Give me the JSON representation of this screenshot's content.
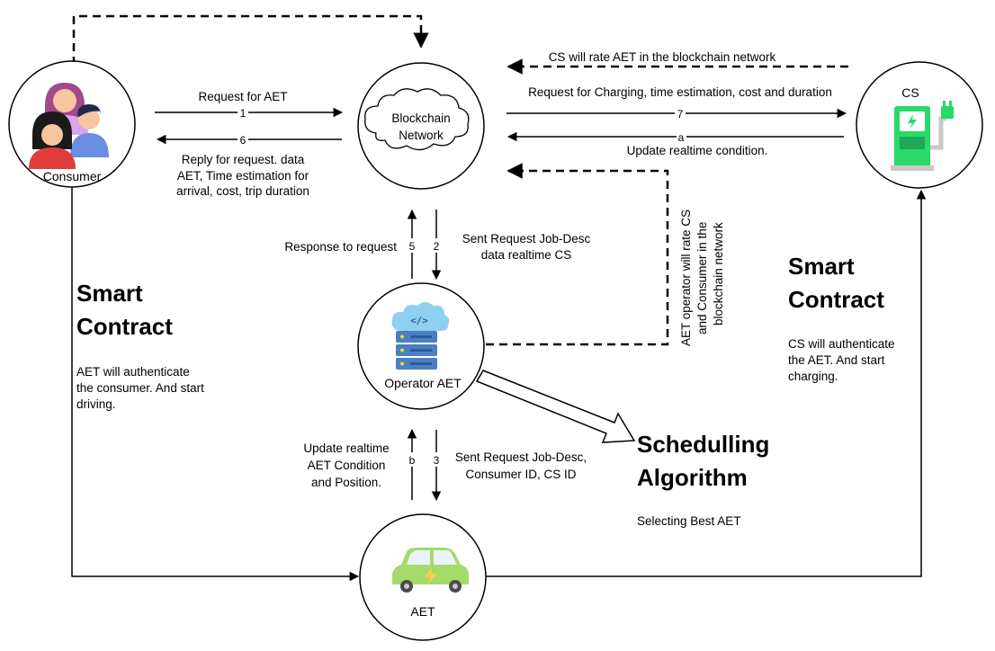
{
  "nodes": {
    "consumer": "Consumer",
    "blockchain": [
      "Blockchain",
      "Network"
    ],
    "cs": "CS",
    "operator": "Operator AET",
    "aet": "AET"
  },
  "edges": {
    "request_aet": "Request for AET",
    "step1": "1",
    "step6": "6",
    "reply": [
      "Reply for request. data",
      "AET, Time estimation for",
      "arrival, cost, trip duration"
    ],
    "cs_rate": "CS will rate AET in the blockchain network",
    "request_charging": "Request for Charging, time estimation, cost and duration",
    "step7": "7",
    "step_a": "a",
    "update_realtime": "Update realtime condition.",
    "response": "Response to request",
    "step5": "5",
    "step2": "2",
    "sent_request": [
      "Sent Request Job-Desc",
      "data realtime CS"
    ],
    "operator_rate": [
      "AET operator  will rate CS",
      "and Consumer  in the",
      "blockchain network"
    ],
    "update_aet": [
      "Update realtime",
      "AET Condition",
      "and Position."
    ],
    "step_b": "b",
    "step3": "3",
    "sent_request2": [
      "Sent Request Job-Desc,",
      "Consumer ID, CS ID"
    ]
  },
  "smart_contract_left": {
    "title": [
      "Smart",
      "Contract"
    ],
    "desc": [
      "AET will authenticate",
      "the consumer. And start",
      "driving."
    ]
  },
  "smart_contract_right": {
    "title": [
      "Smart",
      "Contract"
    ],
    "desc": [
      "CS will authenticate",
      "the AET. And start",
      "charging."
    ]
  },
  "scheduling": {
    "title": [
      "Schedulling",
      "Algorithm"
    ],
    "desc": "Selecting Best AET"
  },
  "colors": {
    "green": "#2bd96b",
    "server_blue": "#4a7fc1",
    "car_green": "#a5d96a"
  }
}
